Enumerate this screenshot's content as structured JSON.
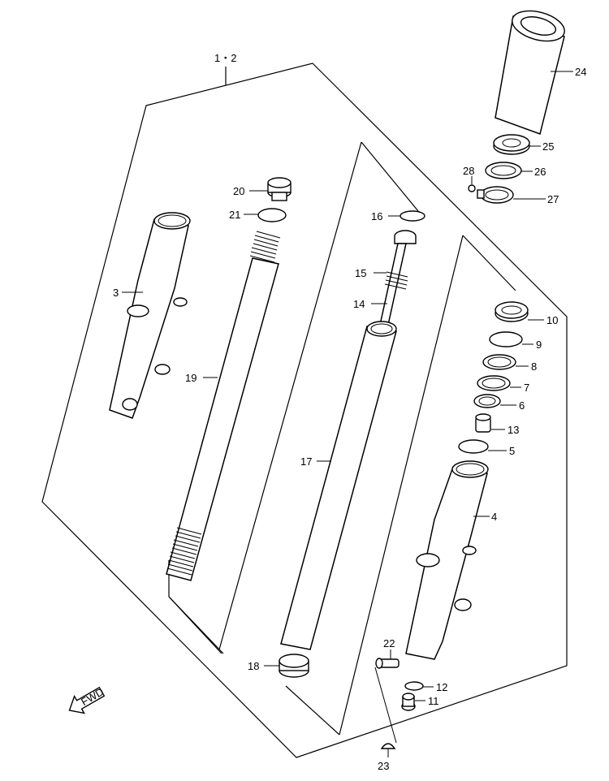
{
  "assembly_label": "1・2",
  "fwd_label": "FWD",
  "parts": {
    "p3": "3",
    "p4": "4",
    "p5": "5",
    "p6": "6",
    "p7": "7",
    "p8": "8",
    "p9": "9",
    "p10": "10",
    "p11": "11",
    "p12": "12",
    "p13": "13",
    "p14": "14",
    "p15": "15",
    "p16": "16",
    "p17": "17",
    "p18": "18",
    "p19": "19",
    "p20": "20",
    "p21": "21",
    "p22": "22",
    "p23": "23",
    "p24": "24",
    "p25": "25",
    "p26": "26",
    "p27": "27",
    "p28": "28"
  }
}
